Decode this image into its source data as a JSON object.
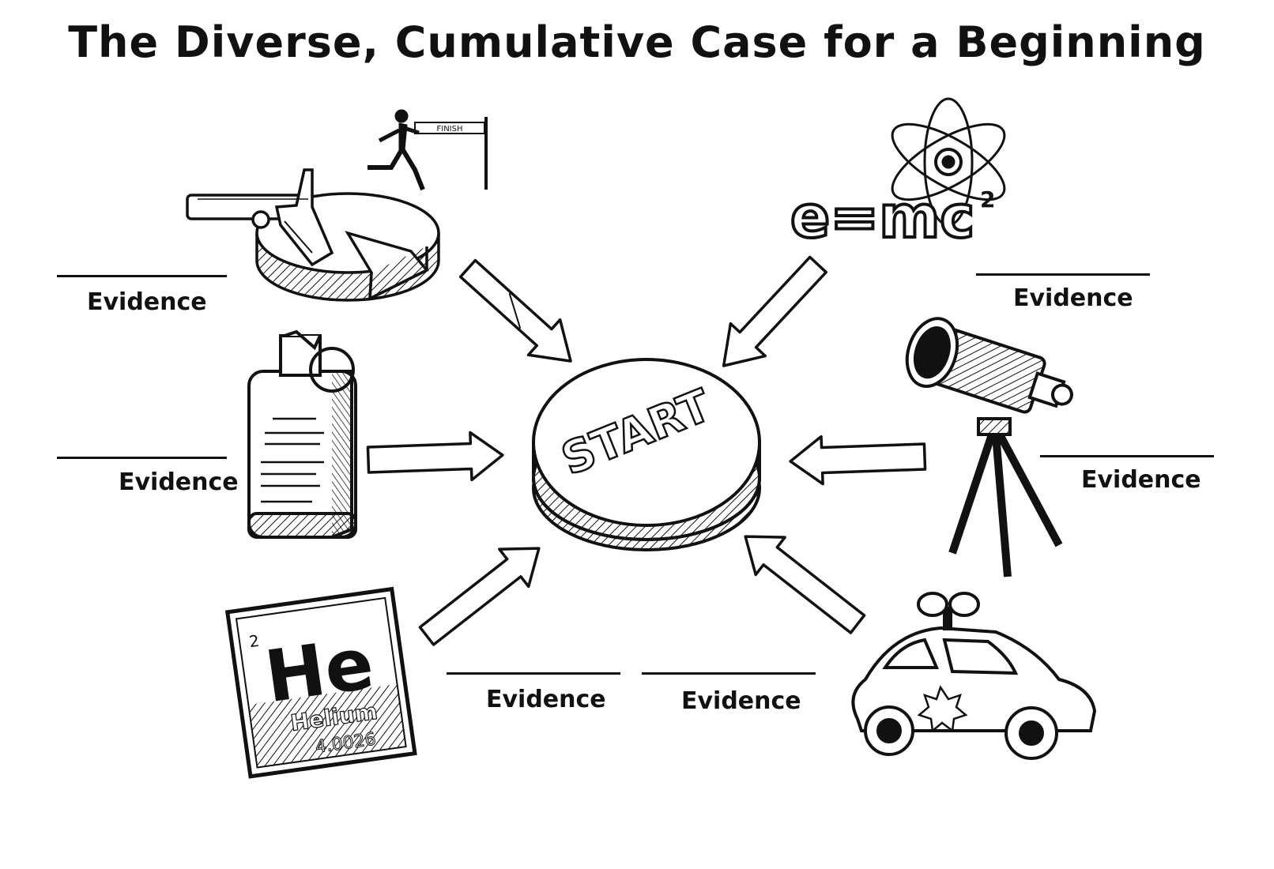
{
  "title": "The Diverse, Cumulative Case for a Beginning",
  "center_label": "START",
  "evidence_label": "Evidence",
  "illustrations": {
    "finish_banner": "FINISH",
    "formula": "e=mc",
    "formula_exponent": "2",
    "element_number": "2",
    "element_symbol": "He",
    "element_name": "Helium",
    "element_mass": "4.0026"
  },
  "evidence_slots": [
    {
      "id": "top-left",
      "label": "Evidence"
    },
    {
      "id": "mid-left",
      "label": "Evidence"
    },
    {
      "id": "bottom-left",
      "label": "Evidence"
    },
    {
      "id": "bottom-right",
      "label": "Evidence"
    },
    {
      "id": "mid-right",
      "label": "Evidence"
    },
    {
      "id": "top-right",
      "label": "Evidence"
    }
  ],
  "colors": {
    "ink": "#111111",
    "paper": "#ffffff"
  }
}
